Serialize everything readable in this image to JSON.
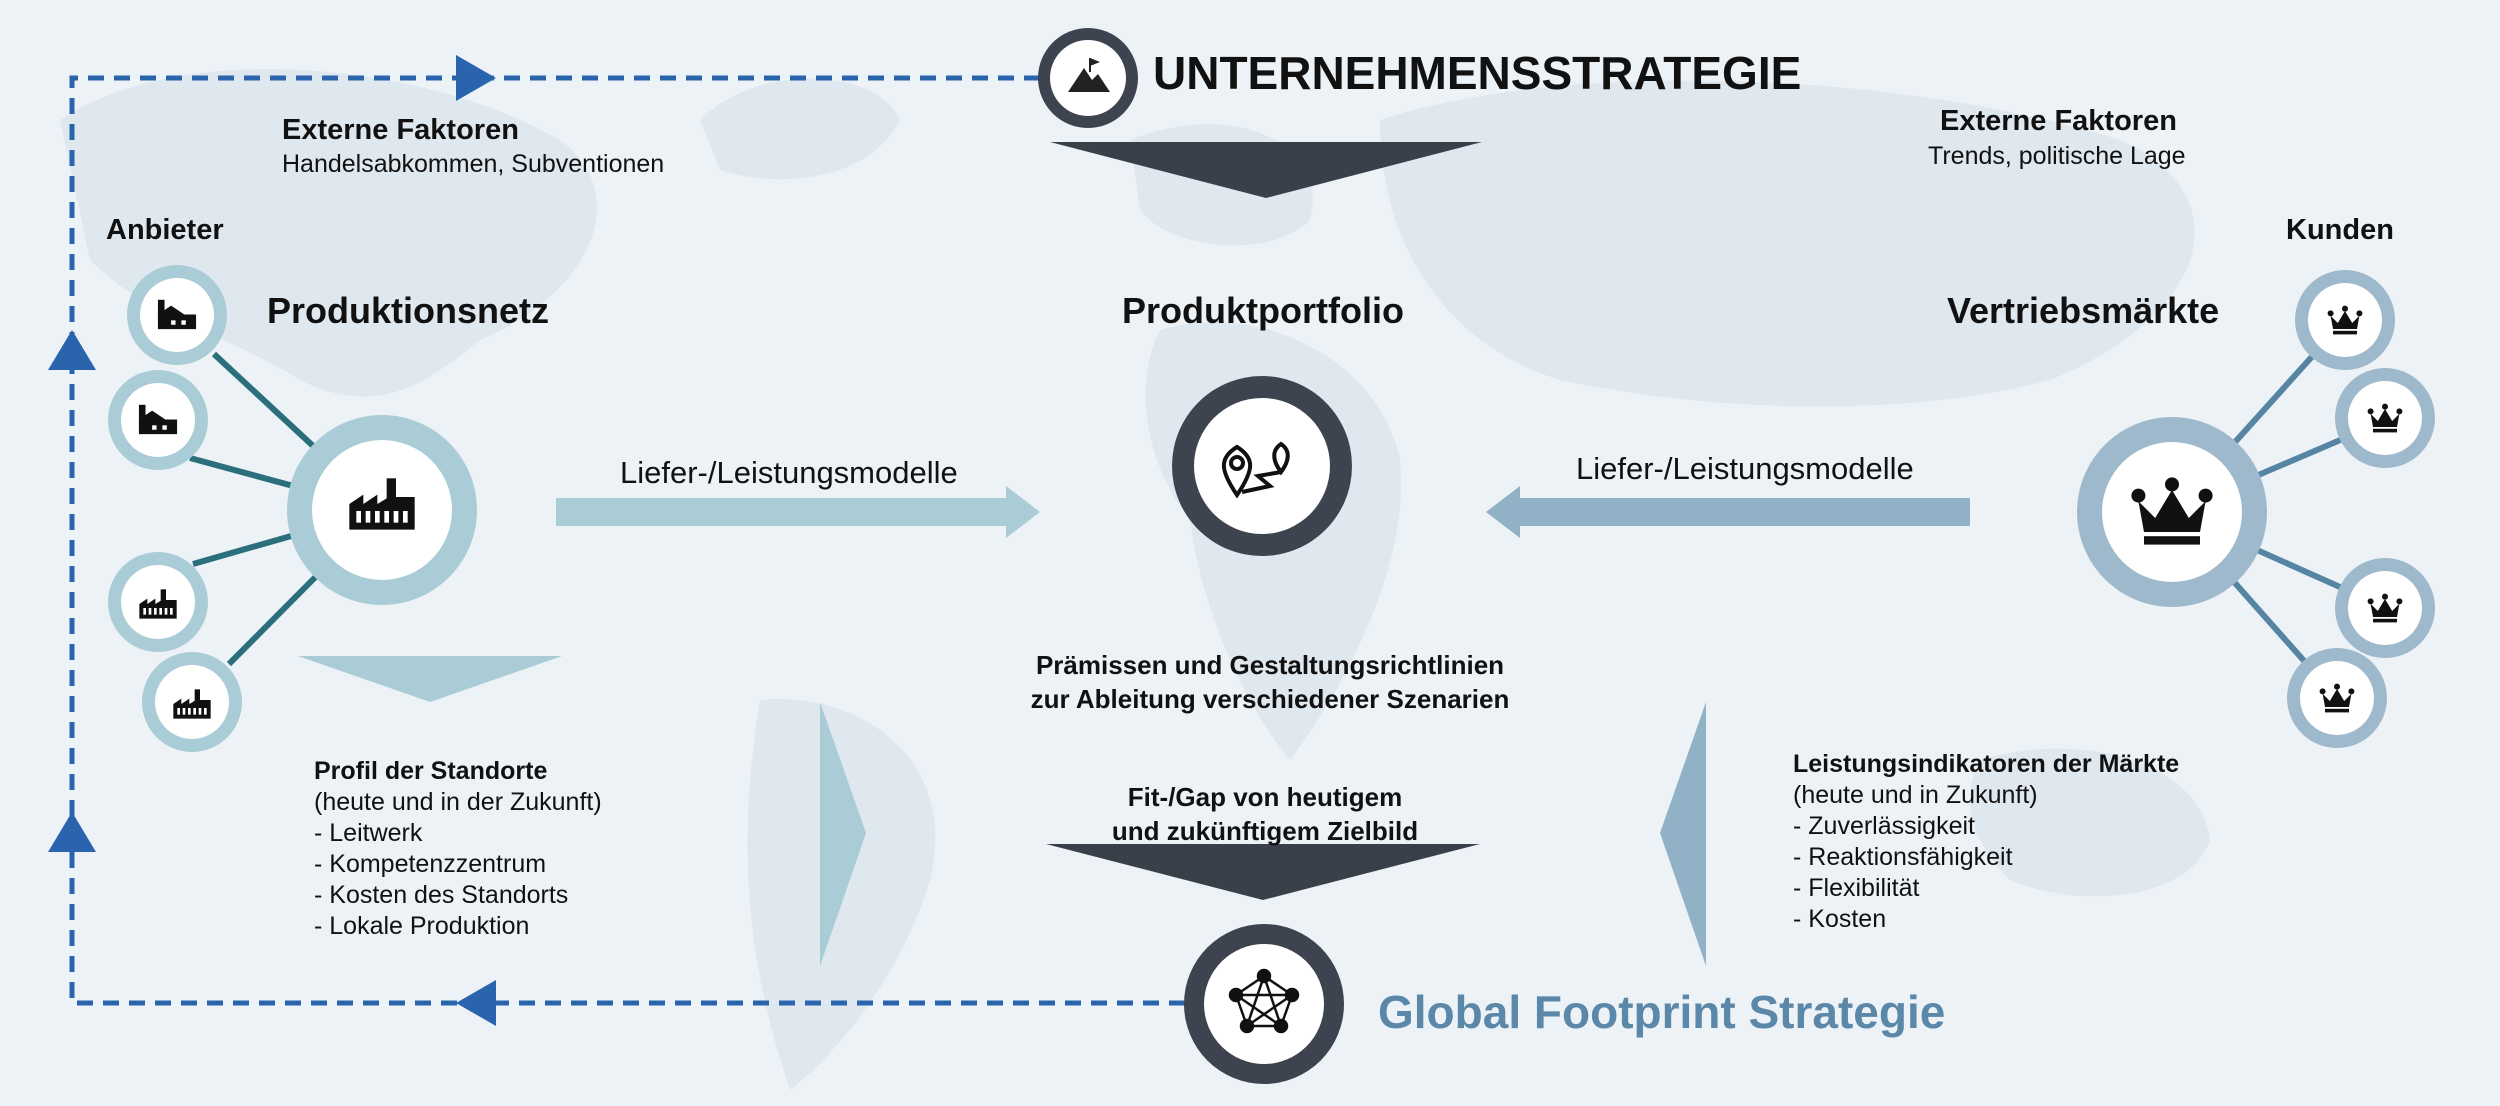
{
  "title": "UNTERNEHMENSSTRATEGIE",
  "footer_title": "Global Footprint Strategie",
  "external_left": {
    "title": "Externe Faktoren",
    "subtitle": "Handelsabkommen, Subventionen"
  },
  "external_right": {
    "title": "Externe Faktoren",
    "subtitle": "Trends, politische Lage"
  },
  "suppliers_label": "Anbieter",
  "customers_label": "Kunden",
  "left_section": "Produktionsnetz",
  "center_section": "Produktportfolio",
  "right_section": "Vertriebsmärkte",
  "arrow_left_label": "Liefer-/Leistungsmodelle",
  "arrow_right_label": "Liefer-/Leistungsmodelle",
  "premises": [
    "Prämissen und Gestaltungsrichtlinien",
    "zur Ableitung verschiedener Szenarien"
  ],
  "fitgap": [
    "Fit-/Gap von heutigem",
    "und zukünftigem Zielbild"
  ],
  "site_profile": {
    "title": "Profil der Standorte",
    "subtitle": "(heute und in der Zukunft)",
    "items": [
      "- Leitwerk",
      "- Kompetenzzentrum",
      "- Kosten des Standorts",
      "- Lokale Produktion"
    ]
  },
  "market_kpis": {
    "title": "Leistungsindikatoren der Märkte",
    "subtitle": "(heute und in Zukunft)",
    "items": [
      "- Zuverlässigkeit",
      "- Reaktionsfähigkeit",
      "- Flexibilität",
      "- Kosten"
    ]
  },
  "colors": {
    "dashed_loop": "#2a64ad",
    "dark_ring": "#3d4450",
    "dark_chevron": "#3a404a",
    "teal_line": "#2b6f7c",
    "light_teal_ring": "#a9ccd6",
    "light_blue_ring": "#9db9cb",
    "steel_line": "#5685a3",
    "footer_text": "#5b87a8"
  },
  "icons": {
    "strategy": "mountain-flag-icon",
    "portfolio": "map-pin-route-icon",
    "footprint": "network-icon",
    "factory": "factory-icon",
    "factory_small": "small-factory-icon",
    "market": "crown-icon"
  }
}
